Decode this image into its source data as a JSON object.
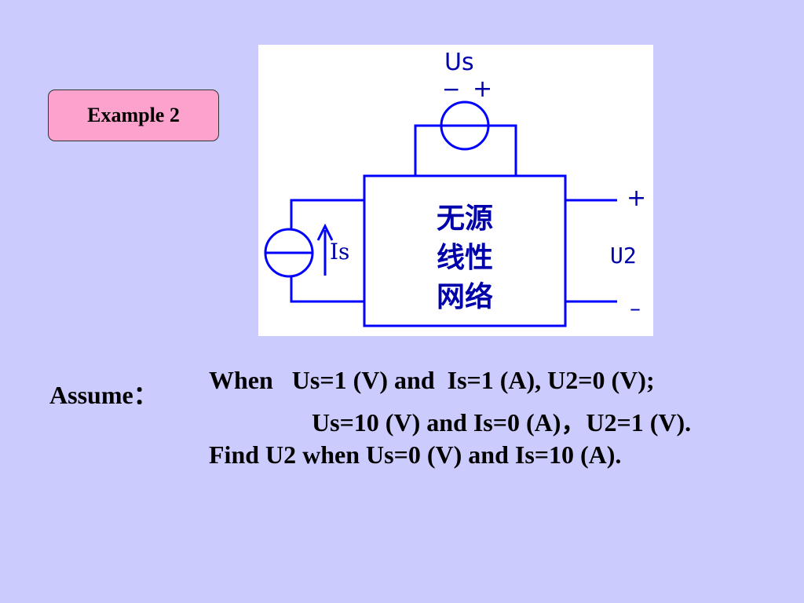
{
  "badge": {
    "label": "Example 2"
  },
  "circuit": {
    "source_voltage_label": "Us",
    "source_voltage_minus": "−",
    "source_voltage_plus": "+",
    "source_current_label": "Is",
    "network_line1": "无源",
    "network_line2": "线性",
    "network_line3": "网络",
    "output_label": "U2",
    "output_plus": "+",
    "output_minus": "–",
    "line_color": "#0000ff",
    "text_color": "#0000aa"
  },
  "problem": {
    "assume_label": "Assume：",
    "line1": "When   Us=1 (V) and  Is=1 (A), U2=0 (V);",
    "line2": "Us=10 (V) and Is=0 (A)，U2=1 (V).",
    "line3": "Find U2 when Us=0 (V) and Is=10 (A)."
  }
}
